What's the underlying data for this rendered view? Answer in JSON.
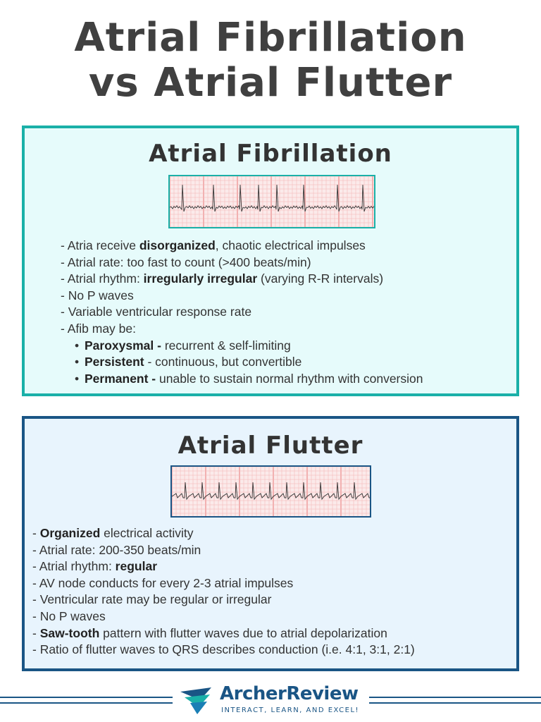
{
  "title": {
    "line1": "Atrial Fibrillation",
    "line2": "vs Atrial Flutter"
  },
  "afib": {
    "heading": "Atrial Fibrillation",
    "ecg_icon": "ecg-strip-irregular",
    "lines": [
      {
        "pre": "- Atria receive ",
        "bold": "disorganized",
        "post": ", chaotic electrical impulses"
      },
      {
        "pre": "- Atrial rate: too fast to count (>400 beats/min)",
        "bold": "",
        "post": ""
      },
      {
        "pre": "- Atrial rhythm: ",
        "bold": "irregularly irregular",
        "post": " (varying R-R intervals)"
      },
      {
        "pre": "- No P waves",
        "bold": "",
        "post": ""
      },
      {
        "pre": "- Variable ventricular response rate",
        "bold": "",
        "post": ""
      },
      {
        "pre": "- Afib may be:",
        "bold": "",
        "post": ""
      }
    ],
    "bullets": [
      {
        "bold": "Paroxysmal -",
        "post": " recurrent & self-limiting"
      },
      {
        "bold": "Persistent",
        "post": " - continuous, but convertible"
      },
      {
        "bold": "Permanent -",
        "post": " unable to sustain normal rhythm with conversion"
      }
    ]
  },
  "aflutter": {
    "heading": "Atrial Flutter",
    "ecg_icon": "ecg-strip-sawtooth",
    "lines": [
      {
        "pre": "- ",
        "bold": "Organized",
        "post": " electrical activity"
      },
      {
        "pre": "- Atrial rate: 200-350 beats/min",
        "bold": "",
        "post": ""
      },
      {
        "pre": "- Atrial rhythm: ",
        "bold": "regular",
        "post": ""
      },
      {
        "pre": "- AV node conducts for every 2-3 atrial impulses",
        "bold": "",
        "post": ""
      },
      {
        "pre": "- Ventricular rate may be regular or irregular",
        "bold": "",
        "post": ""
      },
      {
        "pre": "- No P waves",
        "bold": "",
        "post": ""
      },
      {
        "pre": "- ",
        "bold": "Saw-tooth",
        "post": " pattern with flutter waves due to atrial depolarization"
      },
      {
        "pre": "- Ratio of flutter waves to QRS describes conduction (i.e. 4:1, 3:1, 2:1)",
        "bold": "",
        "post": ""
      }
    ]
  },
  "footer": {
    "brand": "ArcherReview",
    "tagline": "INTERACT, LEARN, AND EXCEL!",
    "logo_icon": "archer-wing-logo-icon"
  },
  "colors": {
    "teal": "#1ab0a8",
    "navy": "#1a5585",
    "ecg_grid": "#f3b3b3",
    "ecg_grid_major": "#e87878"
  }
}
